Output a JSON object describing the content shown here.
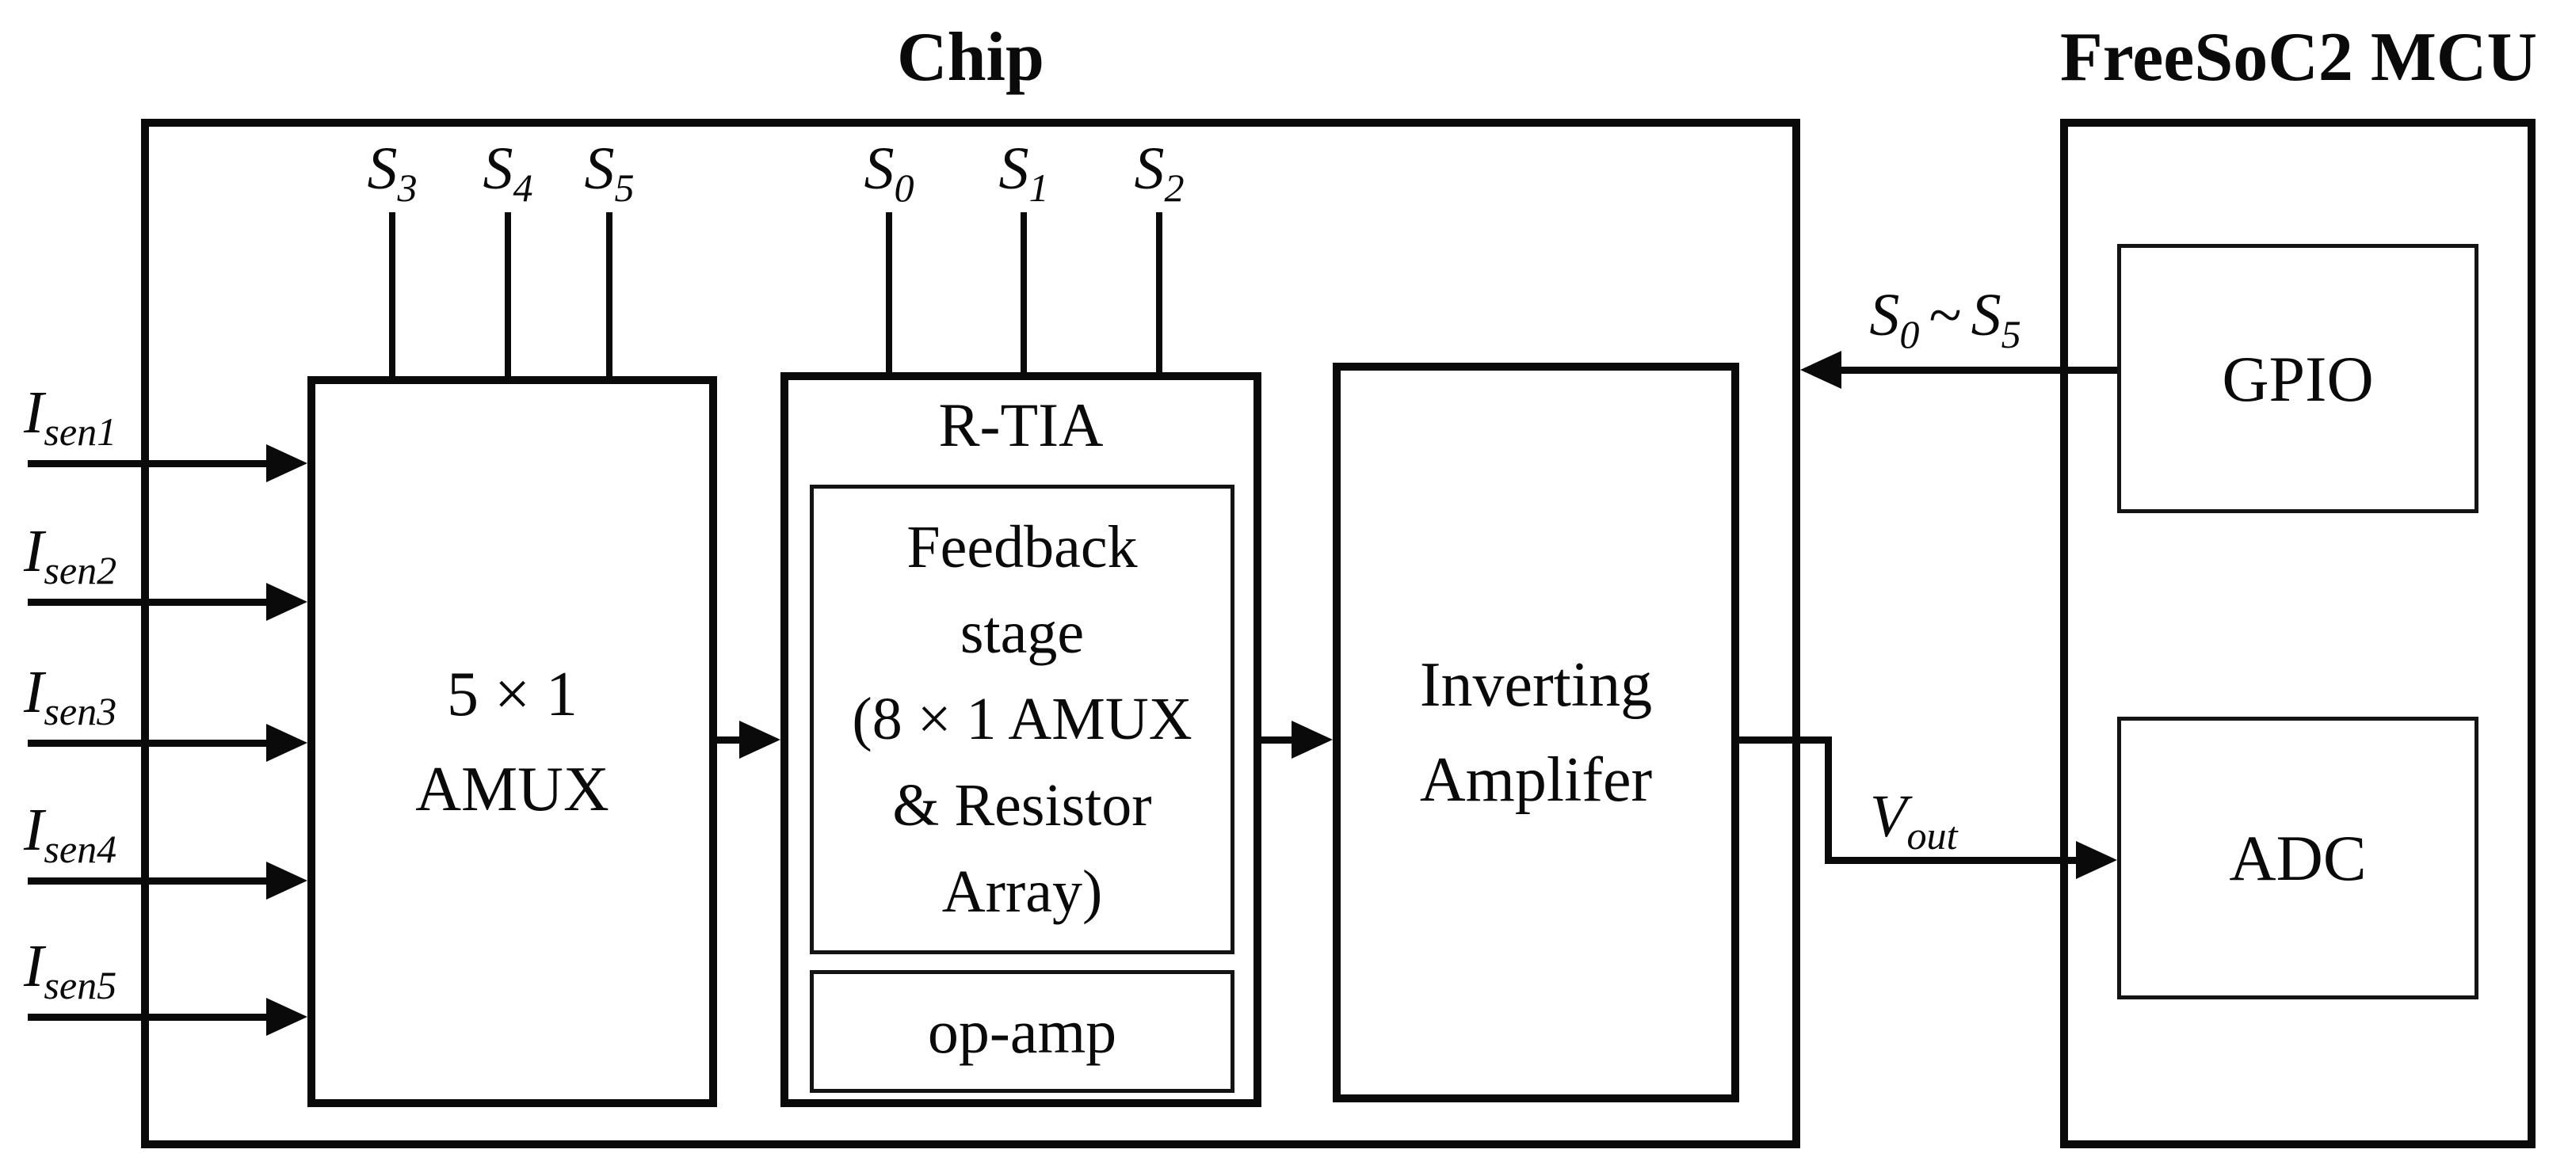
{
  "diagram": {
    "chip_title": "Chip",
    "mcu_title": "FreeSoC2 MCU"
  },
  "chip": {
    "amux": {
      "line1": "5 × 1",
      "line2": "AMUX"
    },
    "rtia": {
      "title": "R-TIA",
      "feedback_lines": [
        "Feedback",
        "stage",
        "(8 × 1 AMUX",
        "& Resistor",
        "Array)"
      ],
      "opamp_label": "op-amp"
    },
    "amplifier": {
      "line1": "Inverting",
      "line2": "Amplifer"
    },
    "switch_pins": [
      {
        "base": "S",
        "sub": "3"
      },
      {
        "base": "S",
        "sub": "4"
      },
      {
        "base": "S",
        "sub": "5"
      },
      {
        "base": "S",
        "sub": "0"
      },
      {
        "base": "S",
        "sub": "1"
      },
      {
        "base": "S",
        "sub": "2"
      }
    ],
    "current_inputs": [
      {
        "base": "I",
        "sub": "sen1"
      },
      {
        "base": "I",
        "sub": "sen2"
      },
      {
        "base": "I",
        "sub": "sen3"
      },
      {
        "base": "I",
        "sub": "sen4"
      },
      {
        "base": "I",
        "sub": "sen5"
      }
    ]
  },
  "mcu": {
    "gpio_label": "GPIO",
    "adc_label": "ADC"
  },
  "wires": {
    "switch_bus": {
      "from_base": "S",
      "from_sub": "0",
      "separator": "~",
      "to_base": "S",
      "to_sub": "5"
    },
    "vout": {
      "base": "V",
      "sub": "out"
    }
  },
  "colors": {
    "ink": "#0a0a0a",
    "background": "#ffffff"
  }
}
